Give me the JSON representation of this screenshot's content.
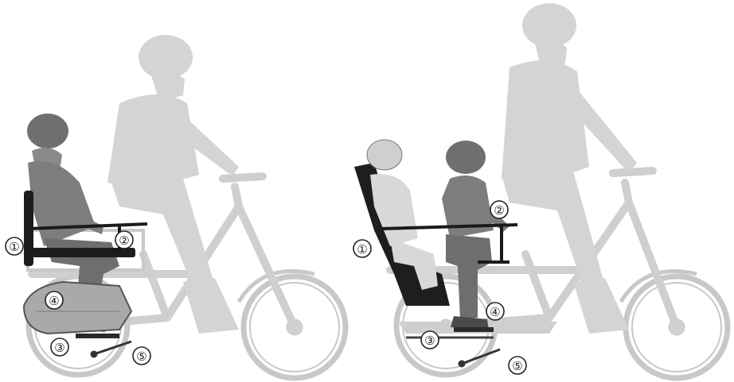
{
  "colors": {
    "background": "#ffffff",
    "ghost_fill": "#d4d4d4",
    "ghost_stroke": "#c4c4c4",
    "child_fill": "#7b7b7b",
    "child_dark": "#5a5a5a",
    "accessory_fill": "#1e1e1e",
    "accessory_stroke": "#111111",
    "bag_fill": "#b0b0b0",
    "callout_stroke": "#222222"
  },
  "left_scene": {
    "callouts": [
      {
        "label": "①",
        "meaning": "seat-backrest"
      },
      {
        "label": "②",
        "meaning": "handlebar-rail"
      },
      {
        "label": "③",
        "meaning": "footrest"
      },
      {
        "label": "④",
        "meaning": "wheel-guard-bag"
      },
      {
        "label": "⑤",
        "meaning": "kickstand"
      }
    ]
  },
  "right_scene": {
    "callouts": [
      {
        "label": "①",
        "meaning": "child-seat"
      },
      {
        "label": "②",
        "meaning": "handlebar-rail"
      },
      {
        "label": "③",
        "meaning": "running-board"
      },
      {
        "label": "④",
        "meaning": "footrest"
      },
      {
        "label": "⑤",
        "meaning": "kickstand"
      }
    ]
  }
}
